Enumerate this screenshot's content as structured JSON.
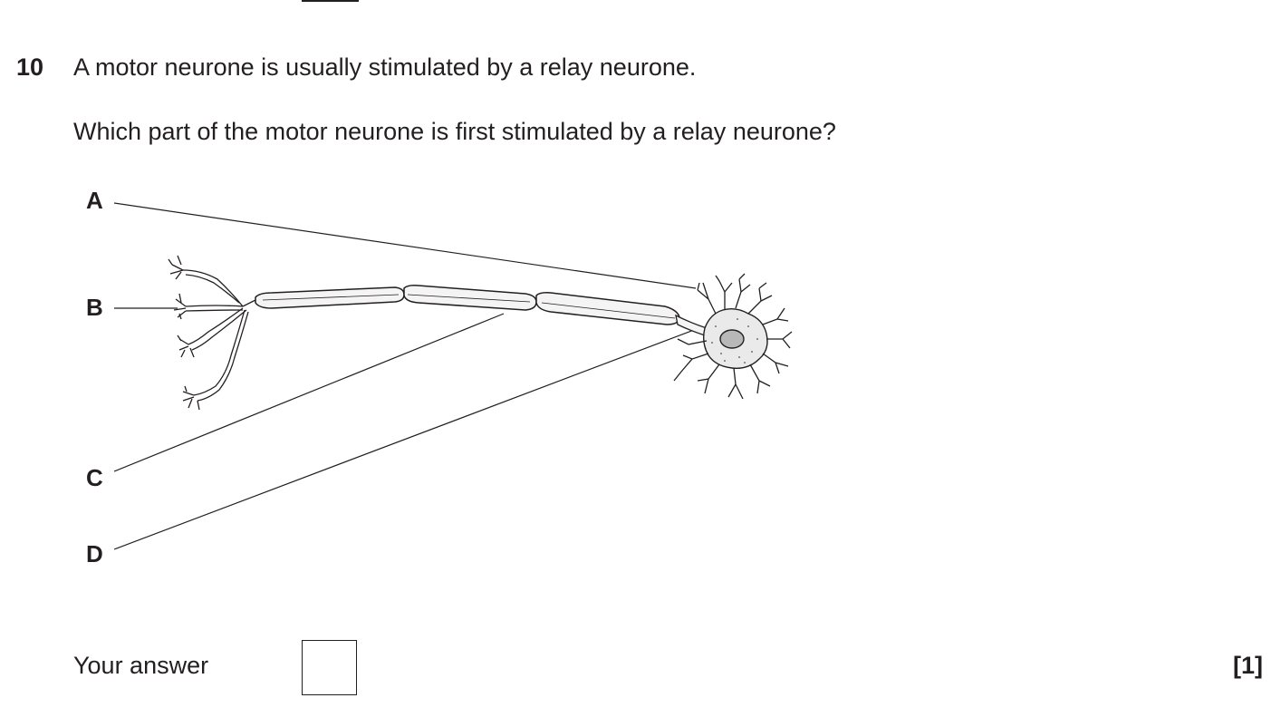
{
  "question": {
    "number": "10",
    "stem": "A motor neurone is usually stimulated by a relay neurone.",
    "prompt": "Which part of the motor neurone is first stimulated by a relay neurone?"
  },
  "diagram": {
    "labels": [
      "A",
      "B",
      "C",
      "D"
    ]
  },
  "answer": {
    "label": "Your answer",
    "marks": "[1]"
  }
}
